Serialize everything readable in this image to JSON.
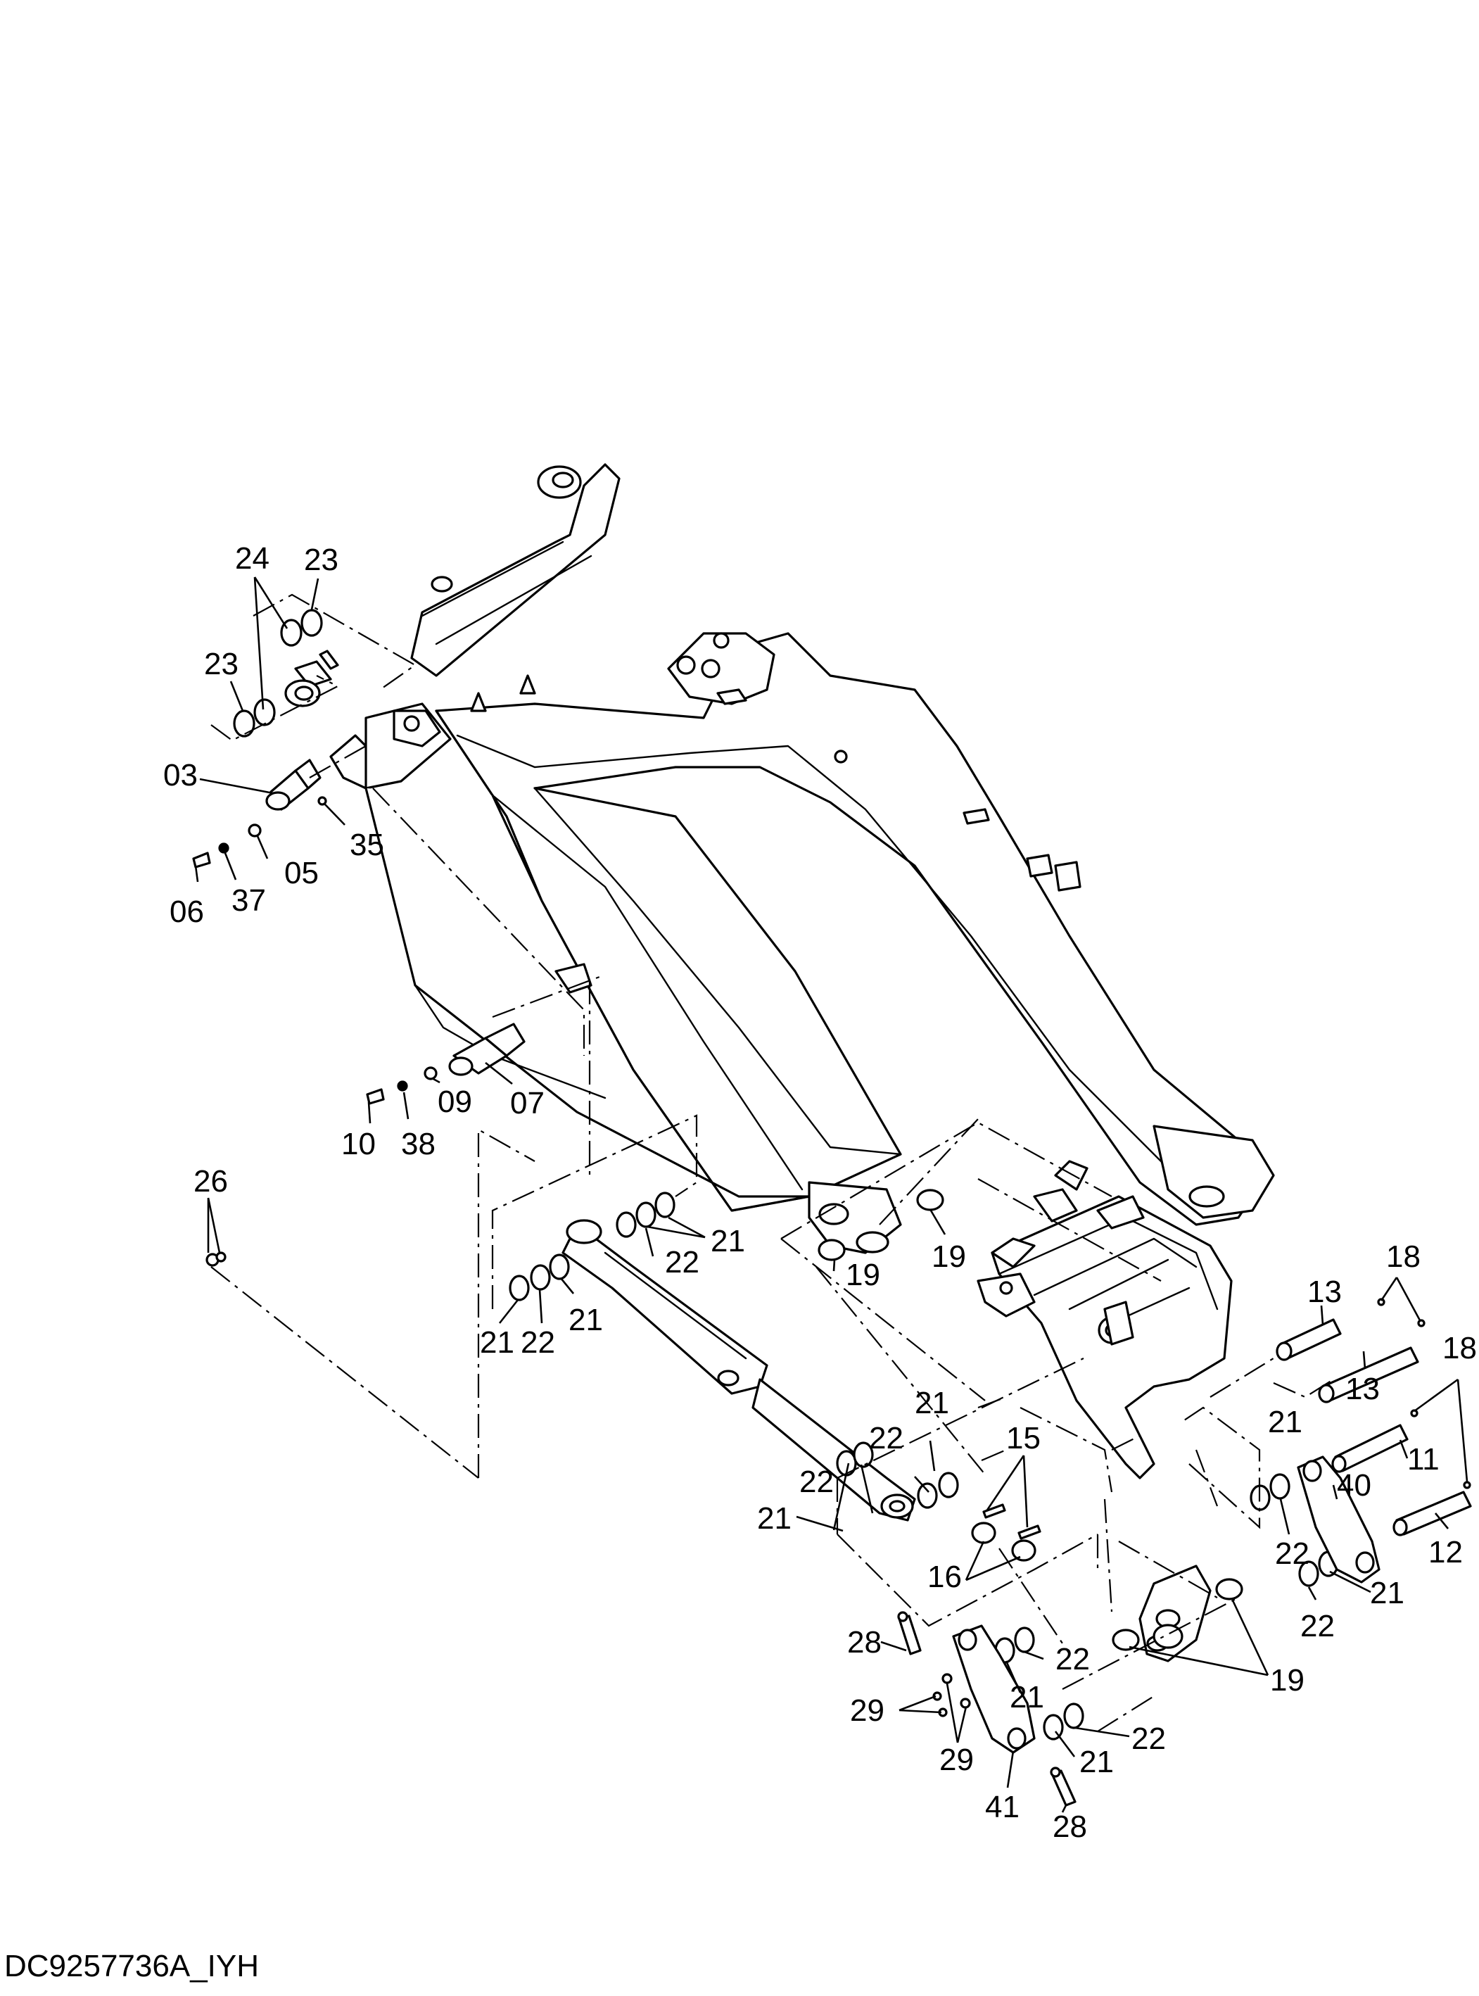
{
  "document_id": "DC9257736A_IYH",
  "callouts": {
    "c03": "03",
    "c05": "05",
    "c06": "06",
    "c07": "07",
    "c09": "09",
    "c10": "10",
    "c11": "11",
    "c12": "12",
    "c13a": "13",
    "c13b": "13",
    "c15": "15",
    "c16": "16",
    "c18a": "18",
    "c18b": "18",
    "c19a": "19",
    "c19b": "19",
    "c19c": "19",
    "c21a": "21",
    "c21b": "21",
    "c21c": "21",
    "c21d": "21",
    "c21e": "21",
    "c21f": "21",
    "c21g": "21",
    "c21h": "21",
    "c21i": "21",
    "c22a": "22",
    "c22b": "22",
    "c22c": "22",
    "c22d": "22",
    "c22e": "22",
    "c22f": "22",
    "c22g": "22",
    "c23a": "23",
    "c23b": "23",
    "c24": "24",
    "c26": "26",
    "c28a": "28",
    "c28b": "28",
    "c29a": "29",
    "c29b": "29",
    "c35": "35",
    "c37": "37",
    "c38": "38",
    "c40": "40",
    "c41": "41"
  }
}
